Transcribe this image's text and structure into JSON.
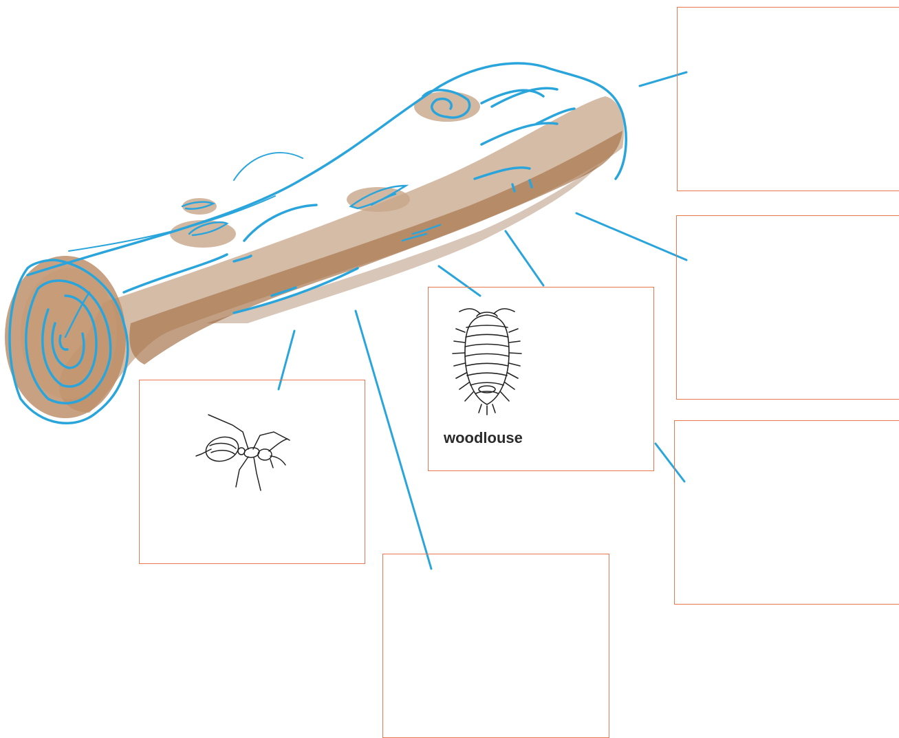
{
  "colors": {
    "outline": "#2aa5dc",
    "bark_light": "#d9c4b2",
    "bark_dark": "#b07e55",
    "box_border": "#e8764f",
    "label": "#2b2b2b"
  },
  "boxes": [
    {
      "id": "box-top-right",
      "label": "",
      "image": ""
    },
    {
      "id": "box-mid-right",
      "label": "",
      "image": ""
    },
    {
      "id": "box-woodlouse",
      "label": "woodlouse",
      "image": "woodlouse-drawing"
    },
    {
      "id": "box-lower-right",
      "label": "",
      "image": ""
    },
    {
      "id": "box-ant",
      "label": "",
      "image": "ant-drawing"
    },
    {
      "id": "box-bottom-center",
      "label": "",
      "image": ""
    }
  ]
}
